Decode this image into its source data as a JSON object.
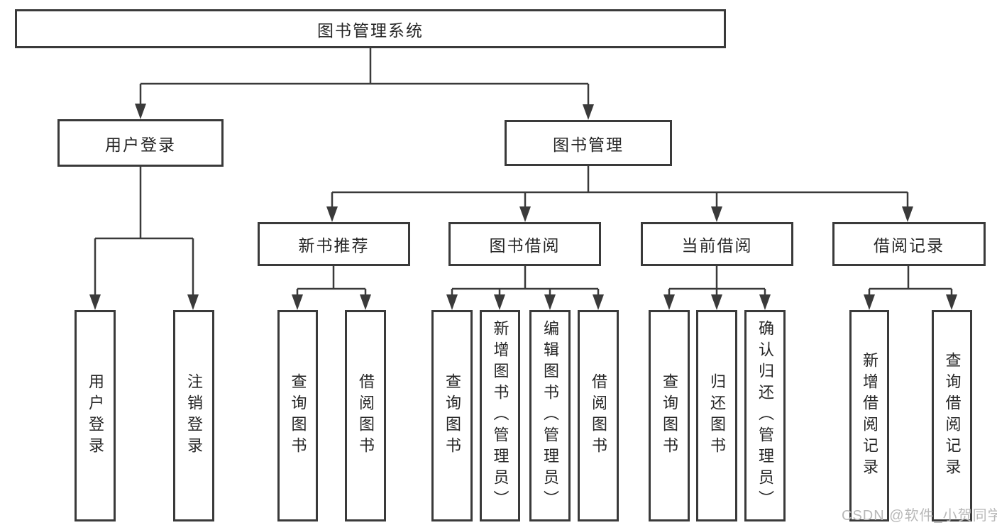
{
  "diagram": {
    "type": "tree",
    "root": {
      "label": "图书管理系统"
    },
    "level2": [
      {
        "label": "用户登录"
      },
      {
        "label": "图书管理"
      }
    ],
    "level3": [
      {
        "label": "新书推荐"
      },
      {
        "label": "图书借阅"
      },
      {
        "label": "当前借阅"
      },
      {
        "label": "借阅记录"
      }
    ],
    "leaves": {
      "user_login": [
        "用户登录",
        "注销登录"
      ],
      "new_book": [
        "查询图书",
        "借阅图书"
      ],
      "book_borrow": [
        "查询图书",
        "新增图书（管理员）",
        "编辑图书（管理员）",
        "借阅图书"
      ],
      "current_borrow": [
        "查询图书",
        "归还图书",
        "确认归还（管理员）"
      ],
      "borrow_records": [
        "新增借阅记录",
        "查询借阅记录"
      ]
    }
  },
  "watermark": {
    "text": "CSDN @软件_小贺同学",
    "color": "#b8b8b8"
  },
  "colors": {
    "line": "#3a3a3a",
    "box_border": "#3a3a3a",
    "text": "#262626",
    "background": "#ffffff"
  }
}
